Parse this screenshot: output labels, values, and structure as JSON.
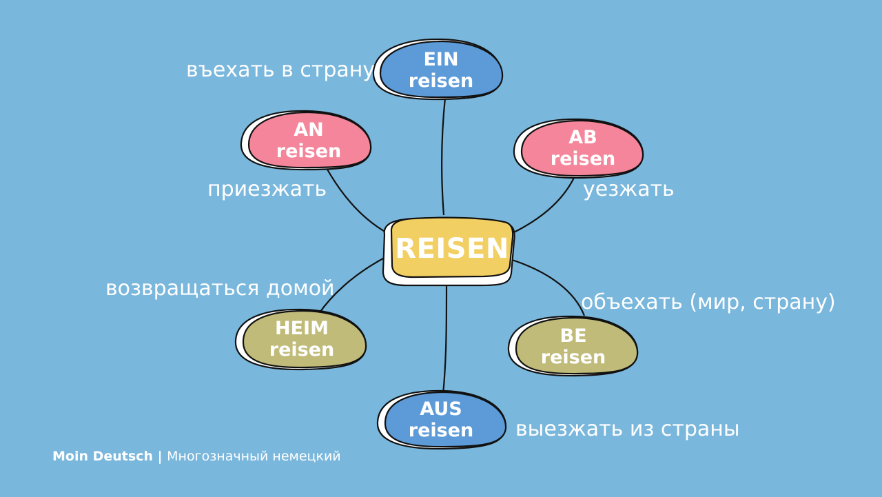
{
  "center": {
    "label": "REISEN",
    "color": "#f2cf62"
  },
  "nodes": [
    {
      "prefix": "EIN",
      "verb": "reisen",
      "color": "#5c9bd8",
      "translation": "въехать в страну"
    },
    {
      "prefix": "AN",
      "verb": "reisen",
      "color": "#f4859b",
      "translation": "приезжать"
    },
    {
      "prefix": "AB",
      "verb": "reisen",
      "color": "#f4859b",
      "translation": "уезжать"
    },
    {
      "prefix": "HEIM",
      "verb": "reisen",
      "color": "#c0bb79",
      "translation": "возвращаться домой"
    },
    {
      "prefix": "BE",
      "verb": "reisen",
      "color": "#c0bb79",
      "translation": "объехать (мир, страну)"
    },
    {
      "prefix": "AUS",
      "verb": "reisen",
      "color": "#5c9bd8",
      "translation": "выезжать из страны"
    }
  ],
  "footer": {
    "brand": "Moin Deutsch",
    "separator": " | ",
    "subtitle": "Многозначный немецкий"
  }
}
